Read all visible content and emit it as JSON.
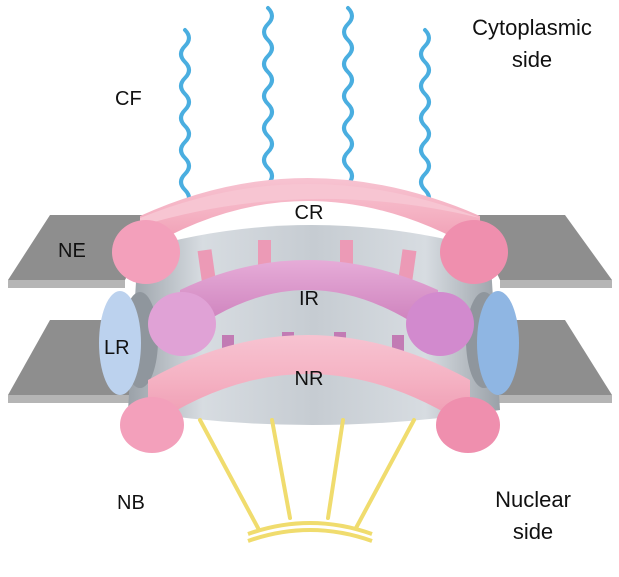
{
  "labels": {
    "cf": "CF",
    "cytoplasmic_line1": "Cytoplasmic",
    "cytoplasmic_line2": "side",
    "cr": "CR",
    "ne": "NE",
    "ir": "IR",
    "lr": "LR",
    "nr": "NR",
    "nb": "NB",
    "nuclear_line1": "Nuclear",
    "nuclear_line2": "side"
  },
  "colors": {
    "envelope_gray": "#8c8c8c",
    "envelope_light": "#b3b3b3",
    "channel_gray": "#b9c0c7",
    "ring_pink": "#f4a6bb",
    "ring_pink_light": "#f9cdd8",
    "ring_pink_dark": "#ec8fa9",
    "ir_magenta": "#d98ac8",
    "ir_magenta_light": "#e9b2dc",
    "lr_blue": "#bcd2ee",
    "lr_blue_dark": "#8fb6e3",
    "filament_blue": "#4aaee0",
    "basket_yellow": "#f0dc6e"
  },
  "icons": {
    "cytoplasmic_filaments": "wavy-filament-icon",
    "nuclear_basket": "basket-strut-icon"
  }
}
